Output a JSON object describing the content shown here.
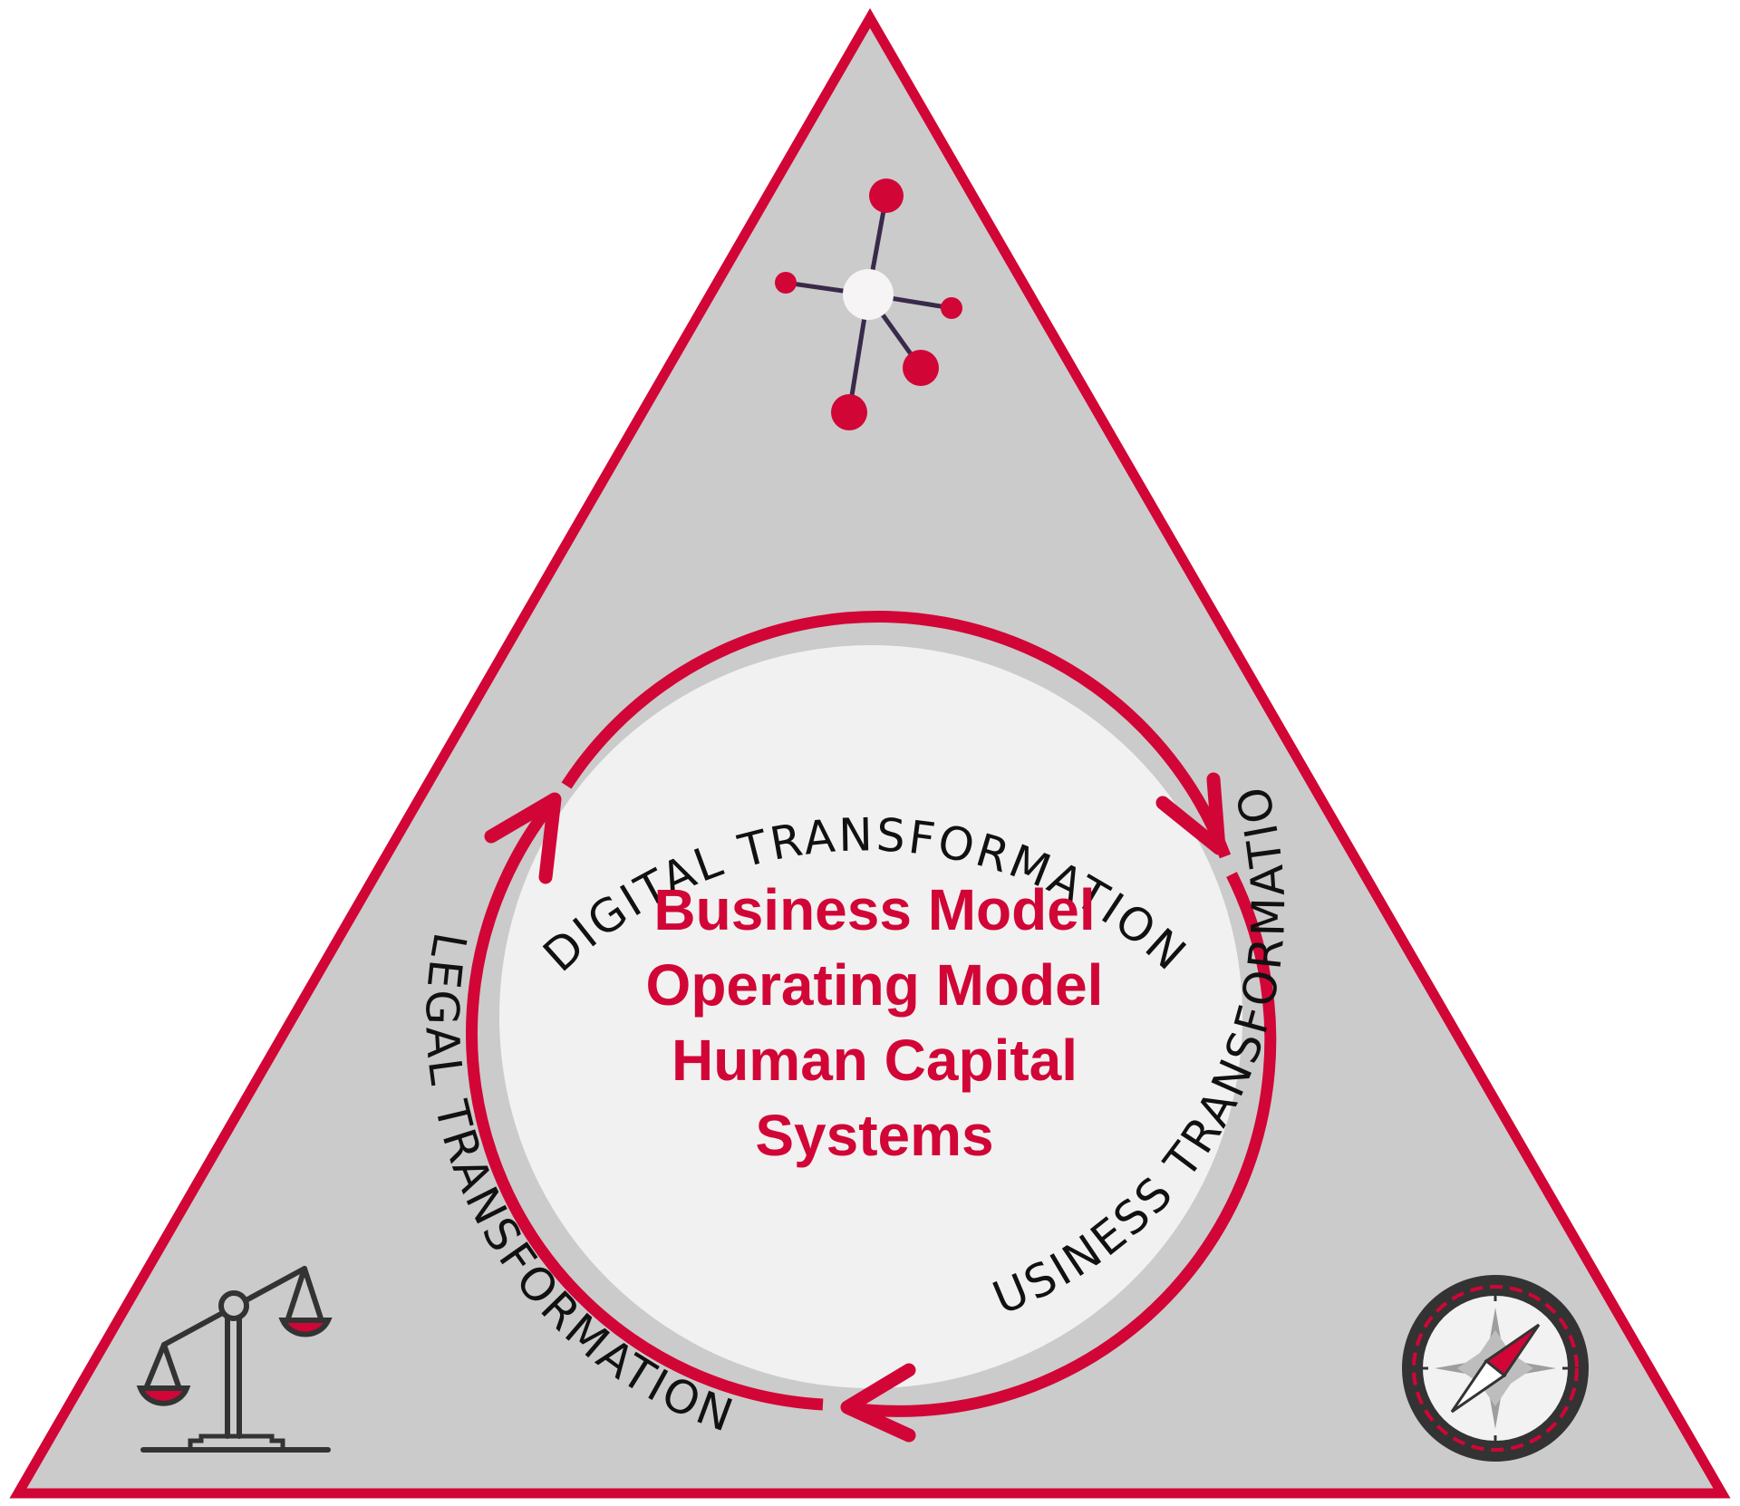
{
  "colors": {
    "accent": "#d10636",
    "triangle_fill": "#cbcbcb",
    "circle_fill": "#f1f1f1",
    "dark": "#333333"
  },
  "labels": {
    "digital": "DIGITAL TRANSFORMATION",
    "business": "BUSINESS TRANSFORMATION",
    "legal": "LEGAL TRANSFORMATION"
  },
  "center": {
    "lines": [
      "Business Model",
      "Operating Model",
      "Human Capital",
      "Systems"
    ]
  },
  "icons": {
    "top": "network-icon",
    "bottom_left": "scales-of-justice-icon",
    "bottom_right": "compass-icon"
  }
}
